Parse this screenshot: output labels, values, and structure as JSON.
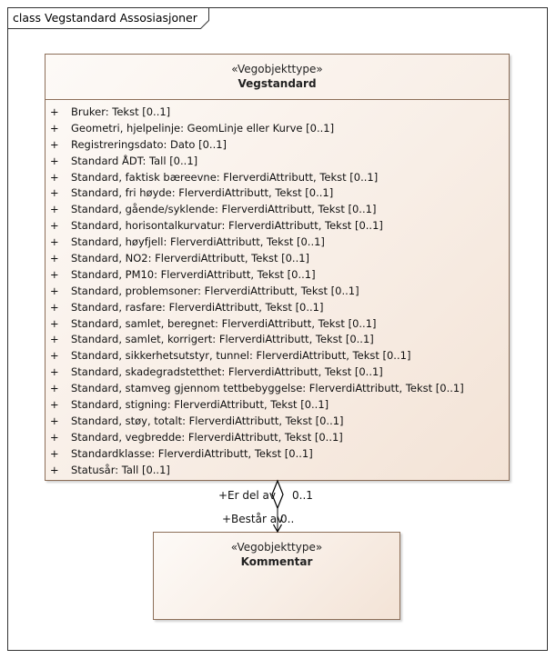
{
  "frame": {
    "title": "class Vegstandard Assosiasjoner"
  },
  "classes": {
    "vegstandard": {
      "stereotype": "«Vegobjekttype»",
      "name": "Vegstandard",
      "attributes": [
        {
          "vis": "+",
          "text": "Bruker: Tekst [0..1]"
        },
        {
          "vis": "+",
          "text": "Geometri, hjelpelinje: GeomLinje eller Kurve [0..1]"
        },
        {
          "vis": "+",
          "text": "Registreringsdato: Dato [0..1]"
        },
        {
          "vis": "+",
          "text": "Standard ÅDT: Tall [0..1]"
        },
        {
          "vis": "+",
          "text": "Standard, faktisk bæreevne: FlerverdiAttributt, Tekst [0..1]"
        },
        {
          "vis": "+",
          "text": "Standard, fri høyde: FlerverdiAttributt, Tekst [0..1]"
        },
        {
          "vis": "+",
          "text": "Standard, gående/syklende: FlerverdiAttributt, Tekst [0..1]"
        },
        {
          "vis": "+",
          "text": "Standard, horisontalkurvatur: FlerverdiAttributt, Tekst [0..1]"
        },
        {
          "vis": "+",
          "text": "Standard, høyfjell: FlerverdiAttributt, Tekst [0..1]"
        },
        {
          "vis": "+",
          "text": "Standard, NO2: FlerverdiAttributt, Tekst [0..1]"
        },
        {
          "vis": "+",
          "text": "Standard, PM10: FlerverdiAttributt, Tekst [0..1]"
        },
        {
          "vis": "+",
          "text": "Standard, problemsoner: FlerverdiAttributt, Tekst [0..1]"
        },
        {
          "vis": "+",
          "text": "Standard, rasfare: FlerverdiAttributt, Tekst [0..1]"
        },
        {
          "vis": "+",
          "text": "Standard, samlet, beregnet: FlerverdiAttributt, Tekst [0..1]"
        },
        {
          "vis": "+",
          "text": "Standard, samlet, korrigert: FlerverdiAttributt, Tekst [0..1]"
        },
        {
          "vis": "+",
          "text": "Standard, sikkerhetsutstyr, tunnel: FlerverdiAttributt, Tekst [0..1]"
        },
        {
          "vis": "+",
          "text": "Standard, skadegradstetthet: FlerverdiAttributt, Tekst [0..1]"
        },
        {
          "vis": "+",
          "text": "Standard, stamveg gjennom tettbebyggelse: FlerverdiAttributt, Tekst [0..1]"
        },
        {
          "vis": "+",
          "text": "Standard, stigning: FlerverdiAttributt, Tekst [0..1]"
        },
        {
          "vis": "+",
          "text": "Standard, støy, totalt: FlerverdiAttributt, Tekst [0..1]"
        },
        {
          "vis": "+",
          "text": "Standard, vegbredde: FlerverdiAttributt, Tekst [0..1]"
        },
        {
          "vis": "+",
          "text": "Standardklasse: FlerverdiAttributt, Tekst [0..1]"
        },
        {
          "vis": "+",
          "text": "Statusår: Tall [0..1]"
        }
      ]
    },
    "kommentar": {
      "stereotype": "«Vegobjekttype»",
      "name": "Kommentar"
    }
  },
  "association": {
    "type": "aggregation",
    "source_role": "+Er del av",
    "source_multiplicity": "0..1",
    "target_role": "+Består av",
    "target_multiplicity": "0.."
  },
  "colors": {
    "class_border": "#8c6e58",
    "class_fill": "#f8eee6",
    "line": "#000000"
  }
}
